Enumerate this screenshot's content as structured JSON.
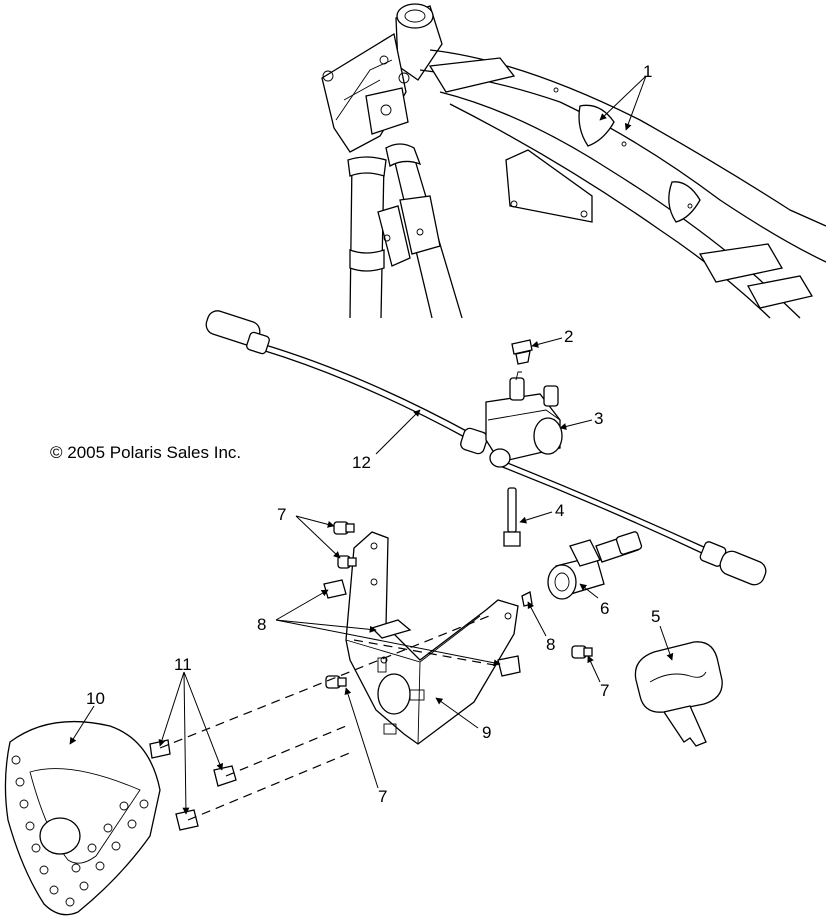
{
  "copyright": "© 2005 Polaris Sales Inc.",
  "callouts": {
    "c1": "1",
    "c2": "2",
    "c3": "3",
    "c4": "4",
    "c5": "5",
    "c6": "6",
    "c7a": "7",
    "c7b": "7",
    "c7c": "7",
    "c7d": "7",
    "c8a": "8",
    "c8b": "8",
    "c9": "9",
    "c10": "10",
    "c11": "11",
    "c12": "12"
  }
}
